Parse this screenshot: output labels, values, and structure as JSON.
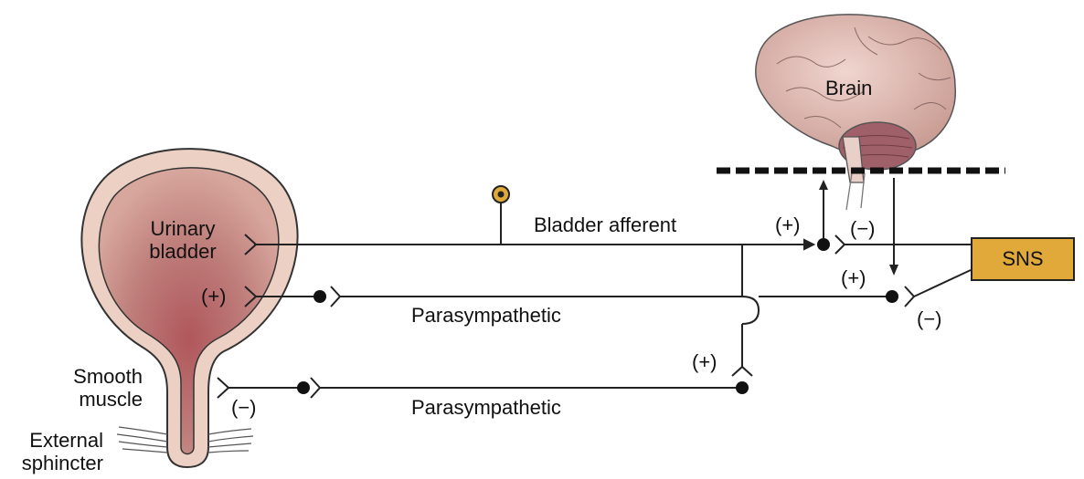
{
  "labels": {
    "urinary_bladder": "Urinary\nbladder",
    "brain": "Brain",
    "bladder_afferent": "Bladder afferent",
    "parasympathetic_upper": "Parasympathetic",
    "parasympathetic_lower": "Parasympathetic",
    "sns": "SNS",
    "smooth_muscle": "Smooth\nmuscle",
    "external_sphincter": "External\nsphincter",
    "plus_bladder": "(+)",
    "minus_urethra": "(−)",
    "plus_afferent": "(+)",
    "minus_afferent": "(−)",
    "plus_preganglionic": "(+)",
    "minus_sns": "(−)",
    "plus_junction": "(+)"
  },
  "colors": {
    "bladder_fill": "#b0686a",
    "bladder_wall": "#e9c9bc",
    "brain": "#d9b5ad",
    "cerebellum": "#a0606a",
    "sns_box": "#e0a93a",
    "ganglion_outer": "#e0a93a"
  }
}
